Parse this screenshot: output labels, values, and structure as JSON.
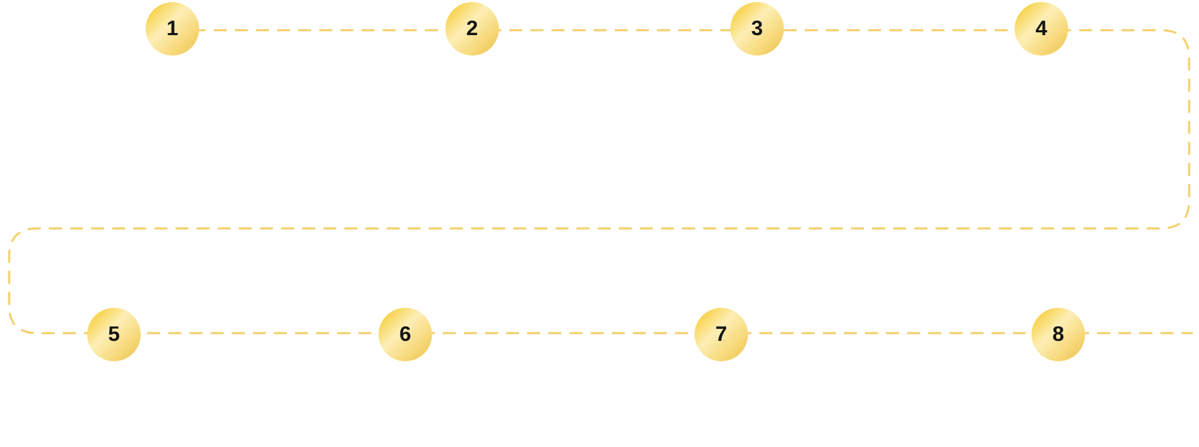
{
  "steps": [
    {
      "label": "1"
    },
    {
      "label": "2"
    },
    {
      "label": "3"
    },
    {
      "label": "4"
    },
    {
      "label": "5"
    },
    {
      "label": "6"
    },
    {
      "label": "7"
    },
    {
      "label": "8"
    }
  ],
  "colors": {
    "path": "#f2d06b",
    "circle_light": "#fdeeb6",
    "circle_mid": "#f7d97a",
    "circle_dark": "#e9c04e",
    "circle_accent": "#f5c518",
    "number": "#141414",
    "background": "#ffffff"
  }
}
